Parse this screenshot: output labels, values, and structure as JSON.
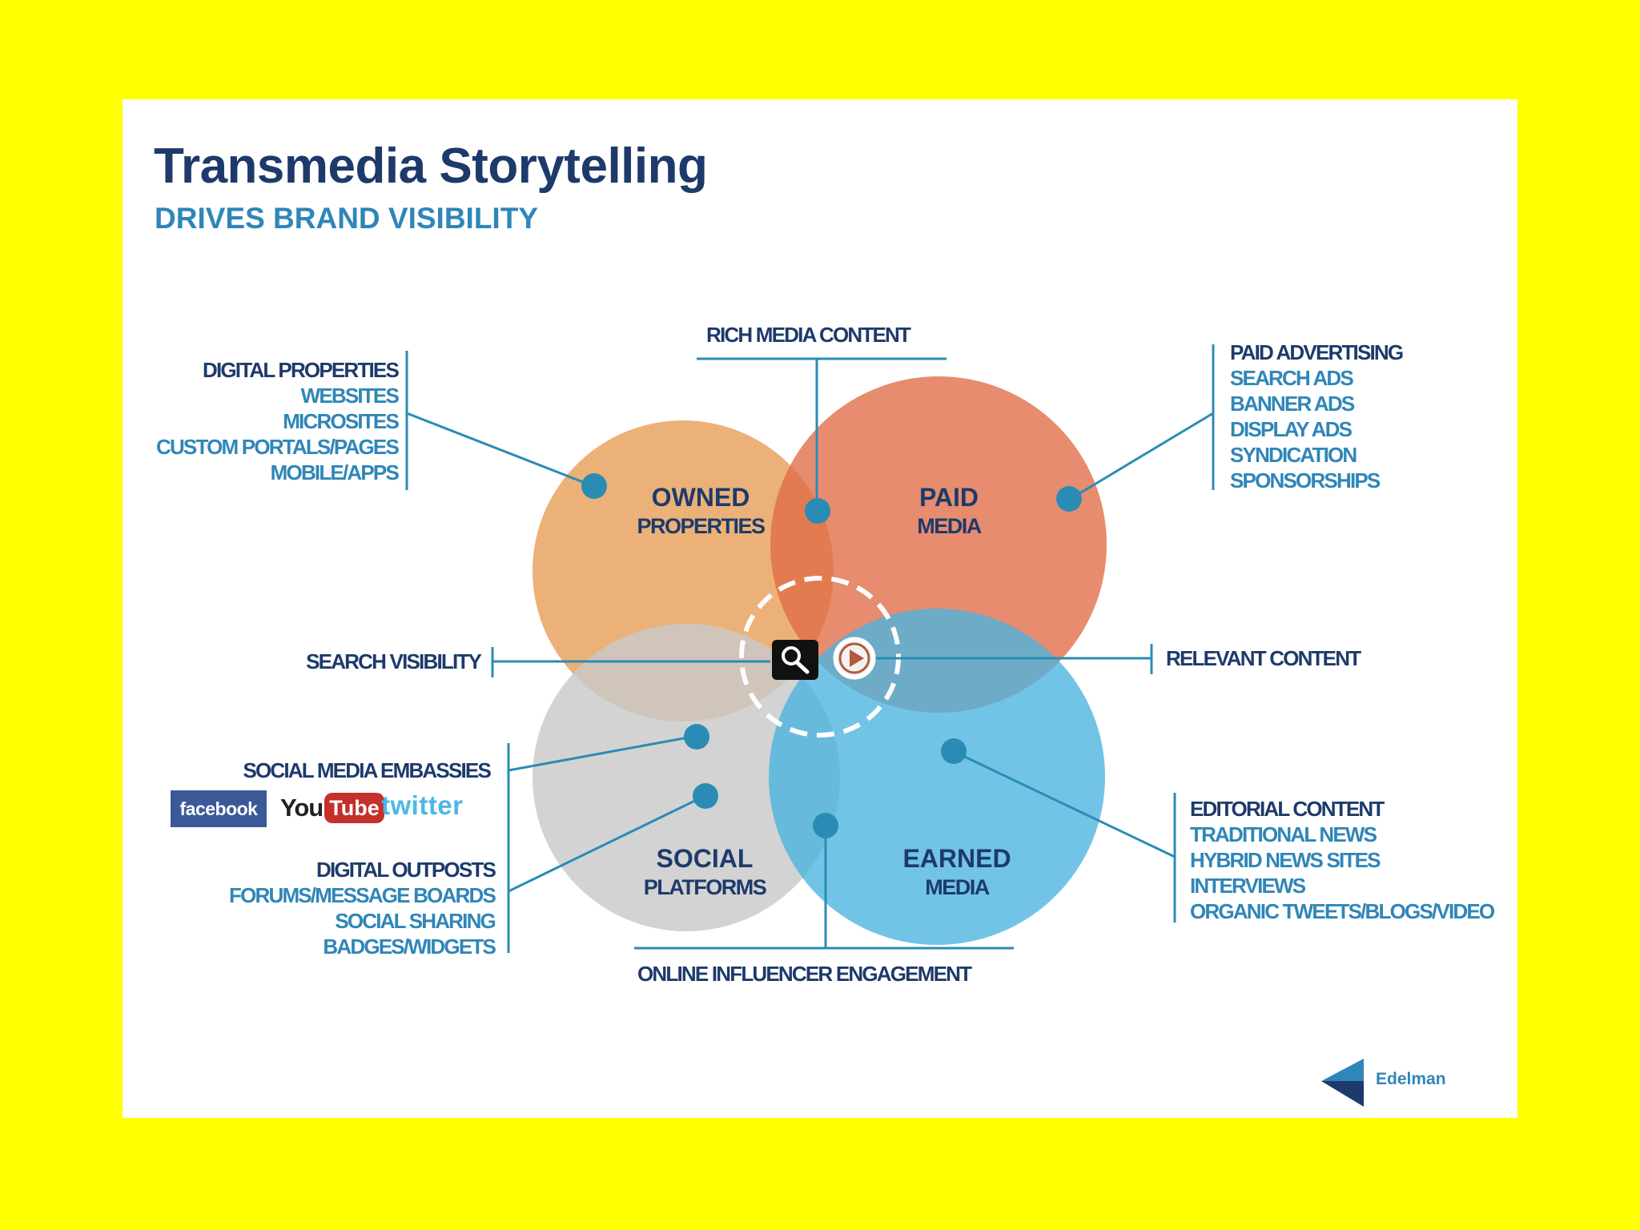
{
  "header": {
    "title": "Transmedia Storytelling",
    "subtitle": "DRIVES BRAND VISIBILITY"
  },
  "circles": {
    "owned": {
      "line1": "OWNED",
      "line2": "PROPERTIES",
      "color": "#e8a05a"
    },
    "paid": {
      "line1": "PAID",
      "line2": "MEDIA",
      "color": "#e06b45"
    },
    "social": {
      "line1": "SOCIAL",
      "line2": "PLATFORMS",
      "color": "#c9c9c9"
    },
    "earned": {
      "line1": "EARNED",
      "line2": "MEDIA",
      "color": "#4ab3e0"
    }
  },
  "callouts": {
    "rich_media": "RICH MEDIA CONTENT",
    "digital_properties": {
      "heading": "DIGITAL PROPERTIES",
      "items": [
        "WEBSITES",
        "MICROSITES",
        "CUSTOM PORTALS/PAGES",
        "MOBILE/APPS"
      ]
    },
    "paid_advertising": {
      "heading": "PAID ADVERTISING",
      "items": [
        "SEARCH ADS",
        "BANNER ADS",
        "DISPLAY ADS",
        "SYNDICATION",
        "SPONSORSHIPS"
      ]
    },
    "search_visibility": "SEARCH VISIBILITY",
    "relevant_content": "RELEVANT CONTENT",
    "social_embassies": "SOCIAL MEDIA EMBASSIES",
    "digital_outposts": {
      "heading": "DIGITAL OUTPOSTS",
      "items": [
        "FORUMS/MESSAGE BOARDS",
        "SOCIAL SHARING",
        "BADGES/WIDGETS"
      ]
    },
    "editorial_content": {
      "heading": "EDITORIAL CONTENT",
      "items": [
        "TRADITIONAL NEWS",
        "HYBRID NEWS SITES",
        "INTERVIEWS",
        "ORGANIC TWEETS/BLOGS/VIDEO"
      ]
    },
    "influencer": "ONLINE INFLUENCER ENGAGEMENT"
  },
  "logos": {
    "facebook": "facebook",
    "youtube_you": "You",
    "youtube_tube": "Tube",
    "twitter": "twitter",
    "edelman": "Edelman"
  },
  "colors": {
    "accent_dark": "#1d3a6b",
    "accent_blue": "#2f86b8",
    "connector": "#2a8cb5",
    "background": "#ffff00"
  }
}
